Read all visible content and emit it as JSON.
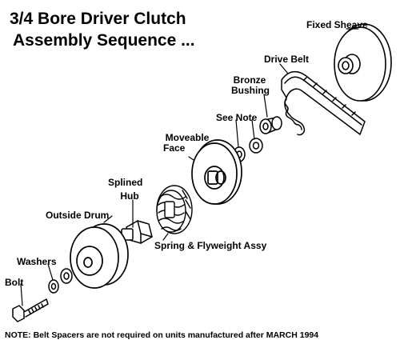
{
  "title": {
    "line1": "3/4 Bore Driver Clutch",
    "line2": "Assembly Sequence ..."
  },
  "labels": {
    "fixed_sheave": "Fixed Sheave",
    "drive_belt": "Drive Belt",
    "bronze_bushing_1": "Bronze",
    "bronze_bushing_2": "Bushing",
    "see_note": "See Note",
    "moveable_face_1": "Moveable",
    "moveable_face_2": "Face",
    "splined_hub_1": "Splined",
    "splined_hub_2": "Hub",
    "outside_drum": "Outside Drum",
    "spring_flyweight": "Spring & Flyweight Assy",
    "washers": "Washers",
    "bolt": "Bolt"
  },
  "note": "NOTE: Belt Spacers are not required on units manufactured after MARCH 1994"
}
